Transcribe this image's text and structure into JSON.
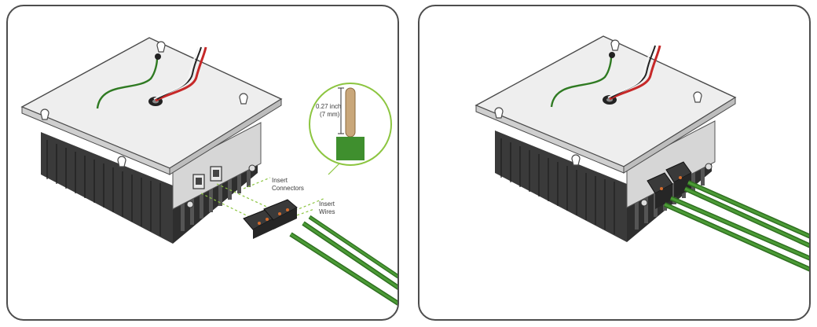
{
  "steps": [
    {
      "labels": {
        "insert_connectors": [
          "Insert",
          "Connectors"
        ],
        "insert_wires": [
          "Insert",
          "Wires"
        ],
        "strip_length": [
          "0.27 inch",
          "(7 mm)"
        ]
      }
    },
    {}
  ],
  "colors": {
    "plate": "#eeeeee",
    "heatsink": "#3c3c3c",
    "wire_green": "#3f8f2e",
    "callout_green": "#8cc540"
  }
}
